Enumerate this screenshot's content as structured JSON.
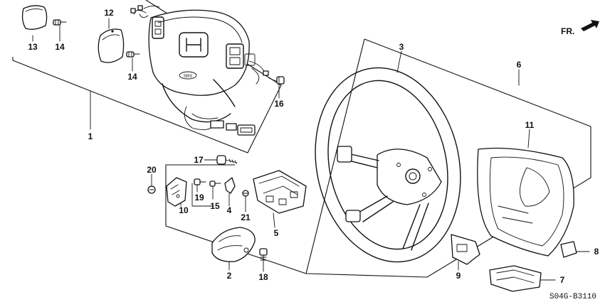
{
  "diagram": {
    "drawing_code": "S04G-B3110",
    "direction_label": "FR.",
    "callouts": {
      "c1": "1",
      "c2": "2",
      "c3": "3",
      "c4": "4",
      "c5": "5",
      "c6": "6",
      "c7": "7",
      "c8": "8",
      "c9": "9",
      "c10": "10",
      "c11": "11",
      "c12": "12",
      "c13": "13",
      "c14a": "14",
      "c14b": "14",
      "c15": "15",
      "c16": "16",
      "c17": "17",
      "c18": "18",
      "c19": "19",
      "c20": "20",
      "c21": "21"
    }
  }
}
